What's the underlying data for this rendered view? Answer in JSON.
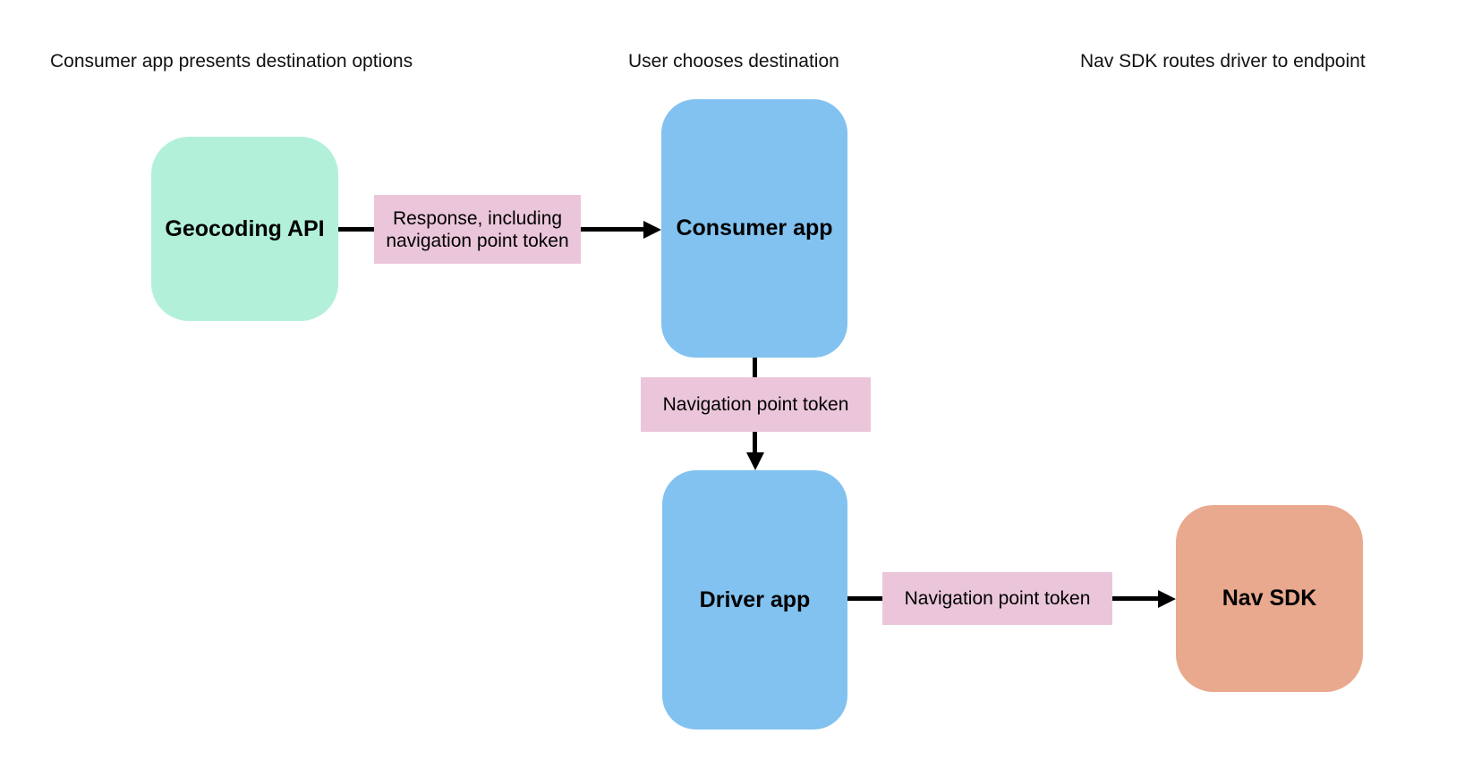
{
  "diagram": {
    "phases": [
      {
        "label": "Consumer app presents destination options"
      },
      {
        "label": "User chooses destination"
      },
      {
        "label": "Nav SDK routes driver to endpoint"
      }
    ],
    "nodes": [
      {
        "id": "geocoding-api",
        "label": "Geocoding API",
        "color": "#b3f0da"
      },
      {
        "id": "consumer-app",
        "label": "Consumer app",
        "color": "#82c2f0"
      },
      {
        "id": "driver-app",
        "label": "Driver app",
        "color": "#82c2f0"
      },
      {
        "id": "nav-sdk",
        "label": "Nav SDK",
        "color": "#e9a98e"
      }
    ],
    "edges": [
      {
        "from": "geocoding-api",
        "to": "consumer-app",
        "direction": "right",
        "label": "Response, including navigation point token"
      },
      {
        "from": "consumer-app",
        "to": "driver-app",
        "direction": "down",
        "label": "Navigation point token"
      },
      {
        "from": "driver-app",
        "to": "nav-sdk",
        "direction": "right",
        "label": "Navigation point token"
      }
    ],
    "colors": {
      "edge_label_bg": "#ebc6da",
      "arrow": "#000000",
      "background": "#ffffff",
      "heading_text": "#111111",
      "node_text": "#000000"
    }
  }
}
